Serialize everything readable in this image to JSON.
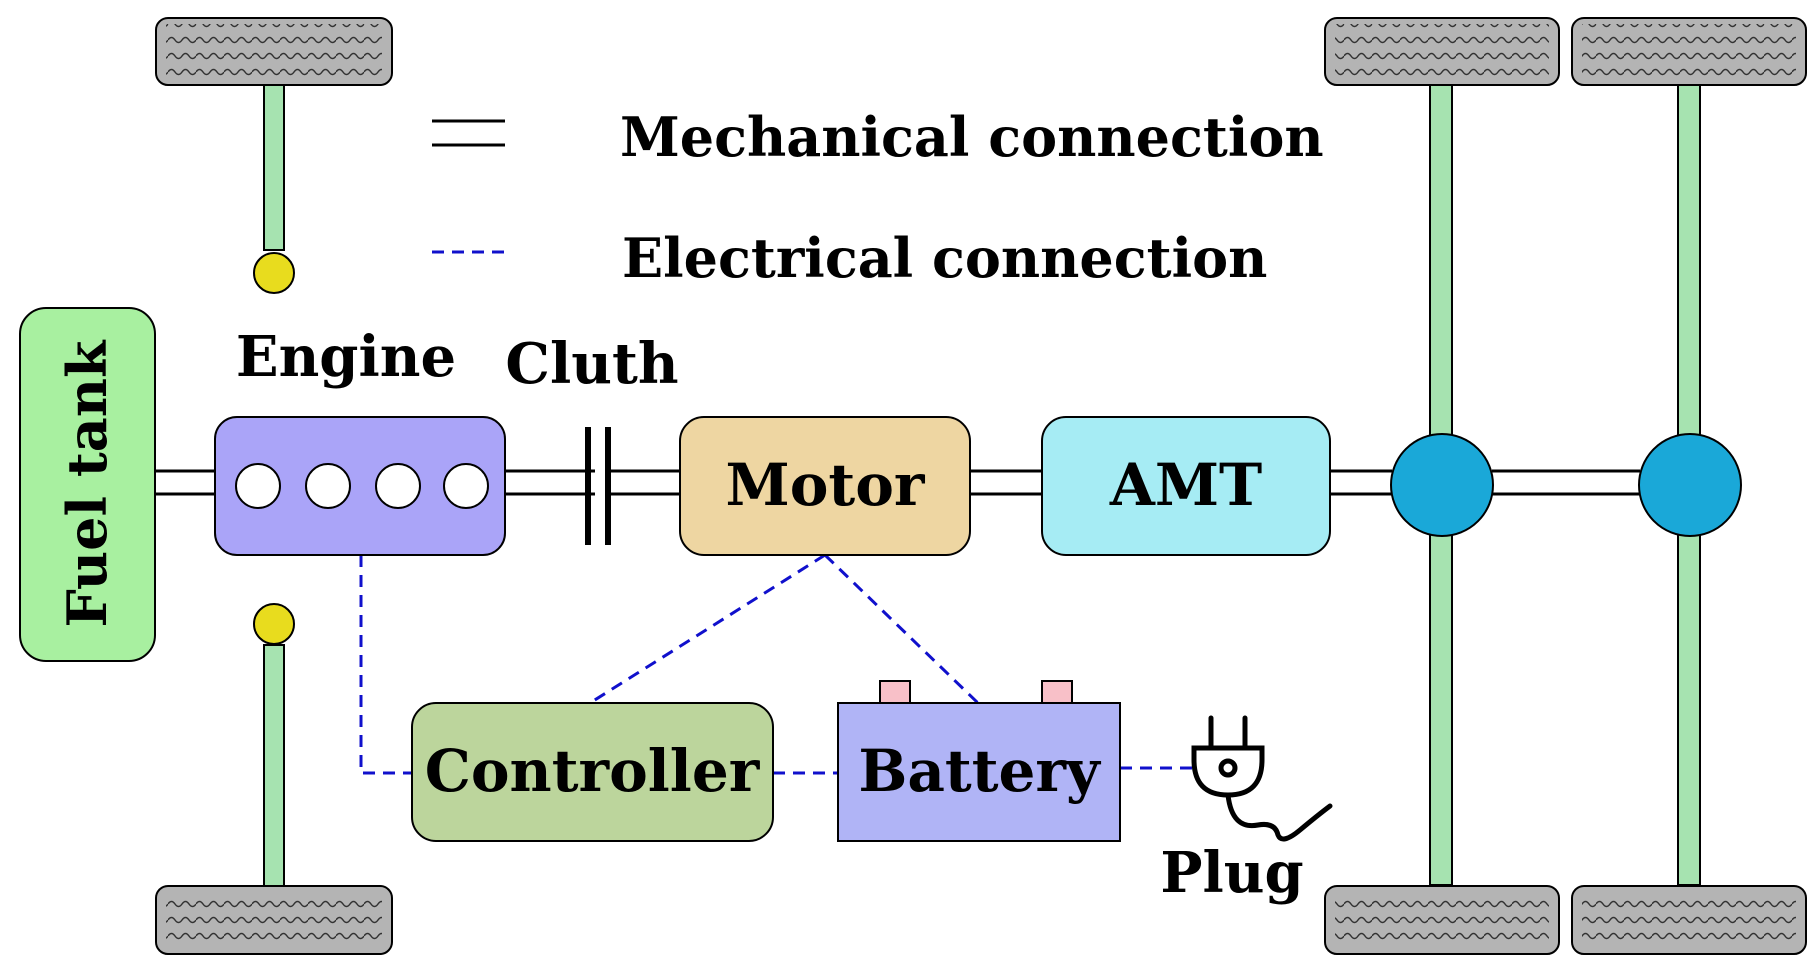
{
  "legend": {
    "mechanical": "Mechanical connection",
    "electrical": "Electrical connection"
  },
  "components": {
    "fuel_tank": "Fuel tank",
    "engine": "Engine",
    "clutch": "Cluth",
    "motor": "Motor",
    "amt": "AMT",
    "controller": "Controller",
    "battery": "Battery",
    "plug": "Plug"
  },
  "colors": {
    "fuel_tank": "#a8f0a0",
    "engine": "#aaa4f8",
    "motor": "#eed6a2",
    "amt": "#a6ecf4",
    "controller": "#bcd59c",
    "battery": "#b0b4f6",
    "axle": "#a6e3b0",
    "tire": "#b4b4b4",
    "hub": "#1aa8d8",
    "steering_knob": "#e8dc1e",
    "battery_terminal": "#f8c0c8",
    "electrical_line": "#1010cc"
  }
}
